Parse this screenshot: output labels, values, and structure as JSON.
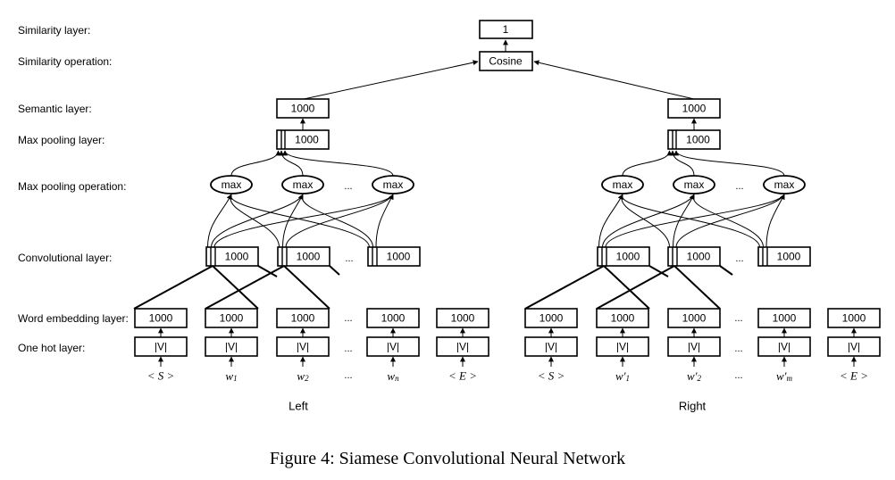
{
  "layer_labels": {
    "similarity_layer": "Similarity layer:",
    "similarity_operation": "Similarity operation:",
    "semantic_layer": "Semantic layer:",
    "max_pooling_layer": "Max pooling layer:",
    "max_pooling_operation": "Max pooling operation:",
    "convolutional_layer": "Convolutional layer:",
    "word_embedding_layer": "Word embedding layer:",
    "one_hot_layer": "One hot layer:"
  },
  "nodes": {
    "similarity_value": "1",
    "similarity_op": "Cosine",
    "semantic_dim": "1000",
    "max_pool_dim": "1000",
    "max_op": "max",
    "conv_dim": "1000",
    "embedding_dim": "1000",
    "one_hot": "|V|",
    "ellipsis": "..."
  },
  "left": {
    "label": "Left",
    "tokens": [
      "< S >",
      "w1",
      "w2",
      "wn",
      "< E >"
    ],
    "token_subs": [
      "",
      "1",
      "2",
      "n",
      ""
    ]
  },
  "right": {
    "label": "Right",
    "tokens": [
      "< S >",
      "w'1",
      "w'2",
      "w'm",
      "< E >"
    ],
    "token_subs": [
      "",
      "1",
      "2",
      "m",
      ""
    ]
  },
  "caption": "Figure 4: Siamese Convolutional Neural Network"
}
